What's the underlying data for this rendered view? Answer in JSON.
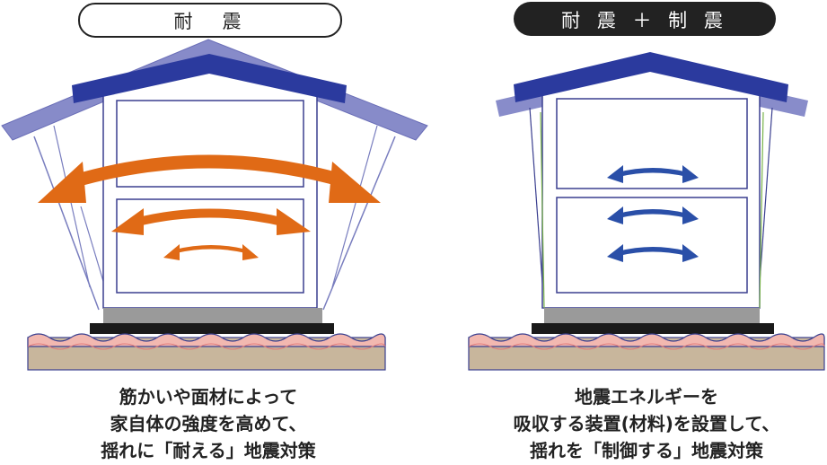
{
  "left_panel": {
    "title": "耐　震",
    "caption_lines": [
      "筋かいや面材によって",
      "家自体の強度を高めて、",
      "揺れに「耐える」地震対策"
    ],
    "arrow_color": "#e06a16",
    "title_bg": "#ffffff",
    "title_fg": "#222222"
  },
  "right_panel": {
    "title": "耐 震 ＋ 制 震",
    "caption_lines": [
      "地震エネルギーを",
      "吸収する装置(材料)を設置して、",
      "揺れを「制御する」地震対策"
    ],
    "arrow_color": "#2a4fa8",
    "title_bg": "#222222",
    "title_fg": "#ffffff"
  },
  "colors": {
    "roof": "#2b3a9e",
    "roof_ghost": "#7b7fc4",
    "wall_line": "#3a3f8f",
    "ground_top": "#f2b8b0",
    "ground": "#c8b69c",
    "foundation": "#1a1a1a",
    "base": "#9a9a9a",
    "damper_line": "#79b34a"
  }
}
